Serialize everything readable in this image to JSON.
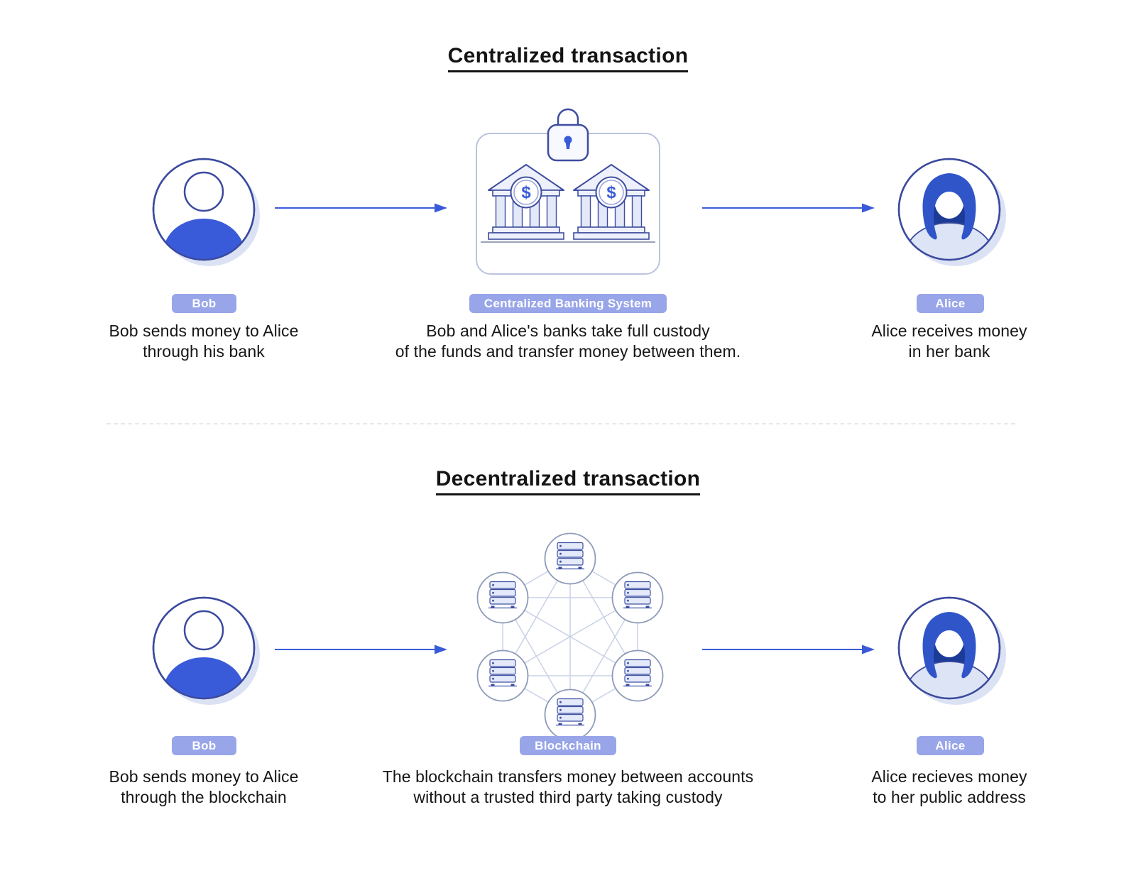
{
  "diagram": {
    "centralized": {
      "title": "Centralized transaction",
      "bob": {
        "label": "Bob",
        "caption": "Bob sends money to Alice\nthrough his bank"
      },
      "system": {
        "label": "Centralized Banking System",
        "caption": "Bob and Alice's banks take full custody\nof the funds and transfer money between them."
      },
      "alice": {
        "label": "Alice",
        "caption": "Alice receives money\nin her bank"
      }
    },
    "decentralized": {
      "title": "Decentralized transaction",
      "bob": {
        "label": "Bob",
        "caption": "Bob sends money to Alice\nthrough the blockchain"
      },
      "system": {
        "label": "Blockchain",
        "caption": "The blockchain transfers money between accounts\nwithout a trusted third party taking custody"
      },
      "alice": {
        "label": "Alice",
        "caption": "Alice recieves money\nto her public address"
      }
    }
  },
  "icons": {
    "bob": "person-avatar-icon",
    "alice": "woman-avatar-icon",
    "bank": "bank-building-icon",
    "lock": "padlock-icon",
    "node": "server-stack-icon",
    "arrow": "arrow-right-icon",
    "dollar": "dollar-sign-icon"
  },
  "colors": {
    "accent_blue": "#3a5bd9",
    "outline_indigo": "#3b4a9e",
    "badge_bg": "#98a5e9",
    "badge_text": "#ffffff",
    "hair_blue": "#2f55c9",
    "hair_dark": "#1c3b97",
    "shoulder_light": "#dde4f5",
    "avatar_shadow": "#dbe2f4",
    "column_fill": "#e3e9f8",
    "panel_fill": "#eef1fb",
    "box_border": "#b9c4de",
    "network_line": "#c9d2e6",
    "node_border": "#8e9ab9",
    "server_fill": "#e4eafa",
    "divider": "#e8e8e8",
    "text_dark": "#161617"
  }
}
